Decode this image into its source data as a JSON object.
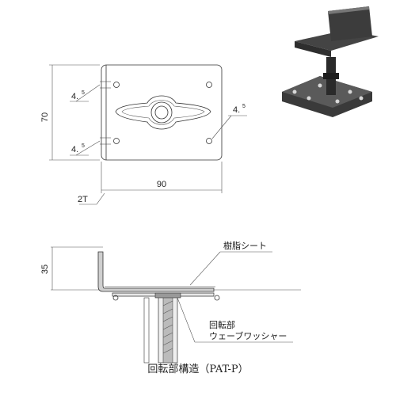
{
  "top_drawing": {
    "height_dim": "70",
    "width_dim": "90",
    "hole_dim_upper": "4.",
    "hole_dim_lower": "4.",
    "hole_dim_right": "4.",
    "hole_dim_sup": "5",
    "thickness_dim": "2T"
  },
  "section_drawing": {
    "height_dim": "35",
    "label_resin_sheet": "樹脂シート",
    "label_rotating_part": "回転部",
    "label_wave_washer": "ウェーブワッシャー"
  },
  "caption": "回転部構造（PAT-P）",
  "colors": {
    "line": "#333333",
    "photo_metal": "#3a3a3a"
  }
}
